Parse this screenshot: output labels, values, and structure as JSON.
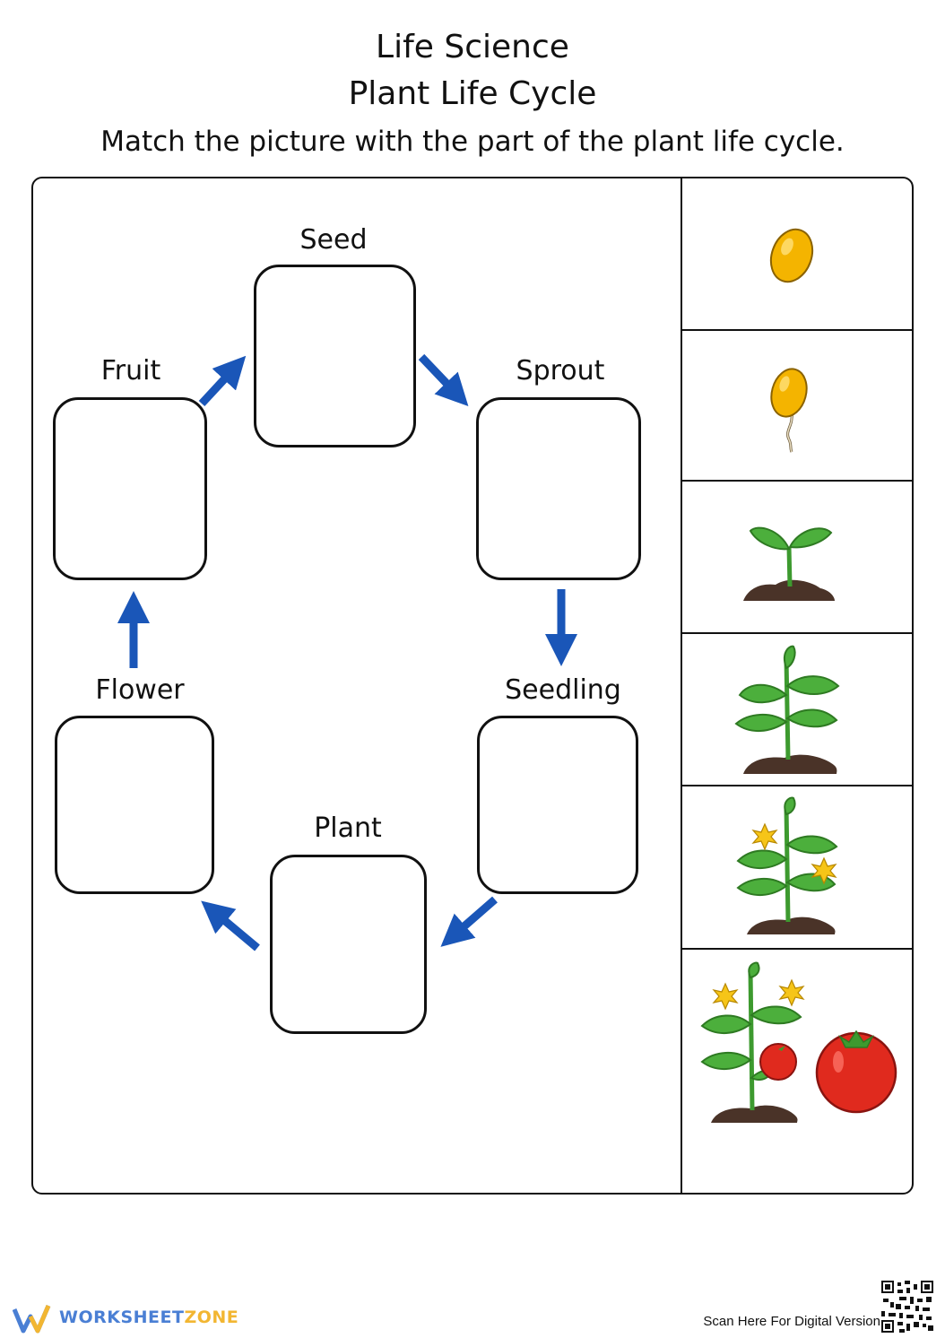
{
  "header": {
    "subject": "Life Science",
    "title": "Plant Life Cycle",
    "instruction": "Match the picture with the part of the plant life cycle."
  },
  "stages": {
    "seed": "Seed",
    "sprout": "Sprout",
    "seedling": "Seedling",
    "plant": "Plant",
    "flower": "Flower",
    "fruit": "Fruit"
  },
  "pictures": [
    "seed-icon",
    "sprouting-seed-icon",
    "seedling-icon",
    "young-plant-icon",
    "flowering-plant-icon",
    "fruiting-plant-icon"
  ],
  "colors": {
    "arrow": "#1a56b8",
    "seed": "#f4b400",
    "leaf": "#4caf3c",
    "soil": "#4a3328",
    "tomato": "#e02a1e"
  },
  "footer": {
    "brand_part1": "WORKSHEET",
    "brand_part2": "ZONE",
    "scan_text": "Scan Here For Digital Version"
  }
}
